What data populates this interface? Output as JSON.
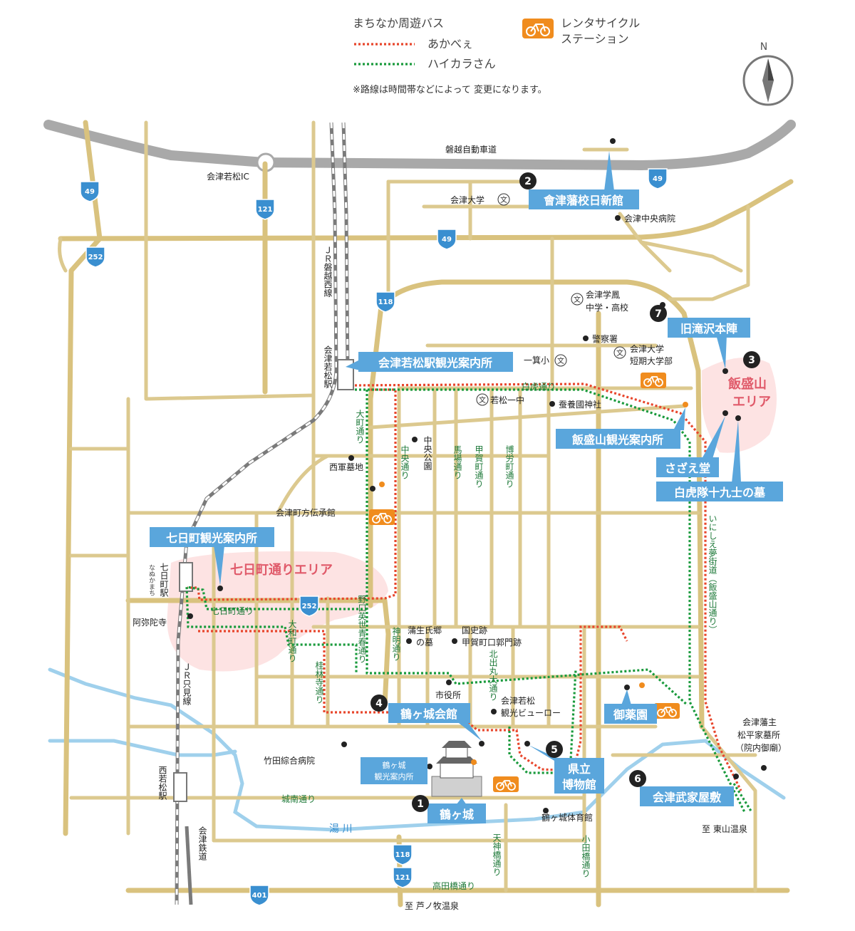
{
  "legend": {
    "bus_title": "まちなか周遊バス",
    "route_red": "あかべぇ",
    "route_green": "ハイカラさん",
    "cycle_line1": "レンタサイクル",
    "cycle_line2": "ステーション",
    "note": "※路線は時間帯などによって 変更になります。"
  },
  "compass": {
    "north": "N"
  },
  "colors": {
    "route_red": "#e8462c",
    "route_green": "#199a3c",
    "callout": "#5aa6dc",
    "area_highlight": "#fde3e3",
    "cycle": "#f08c1e",
    "road": "#dcc98f",
    "highway": "#a9a9a9",
    "river": "#9fd0ec"
  },
  "highway": {
    "name": "磐越自動車道",
    "ic": "会津若松IC"
  },
  "route_numbers": {
    "r49a": "49",
    "r49b": "49",
    "r49c": "49",
    "r121a": "121",
    "r121b": "121",
    "r252a": "252",
    "r252b": "252",
    "r118a": "118",
    "r118b": "118",
    "r401": "401"
  },
  "rail": {
    "jr_banetsu": "ＪＲ磐越西線",
    "jr_tadami": "ＪＲ只見線",
    "aizu_tetsudo": "会津鉄道"
  },
  "stations": {
    "aizuwakamatsu": "会津若松駅",
    "nanokamachi": "七日町駅",
    "nanokamachi_kana": "なぬかまち",
    "nishiwakamatsu": "西若松駅"
  },
  "callouts": {
    "nisshinkan": "會津藩校日新館",
    "takizawa": "旧滝沢本陣",
    "station_info": "会津若松駅観光案内所",
    "iimoriyama_info": "飯盛山観光案内所",
    "sazaedo": "さざえ堂",
    "byakkotai": "白虎隊十九士の墓",
    "nanokamachi_info": "七日町観光案内所",
    "tsurugajo_kaikan": "鶴ヶ城会館",
    "kenritsu_1": "県立",
    "kenritsu_2": "博物館",
    "oyakuen": "御薬園",
    "bukeyashiki": "会津武家屋敷",
    "tsurugajo": "鶴ヶ城"
  },
  "numbers": {
    "n1": "1",
    "n2": "2",
    "n3": "3",
    "n4": "4",
    "n5": "5",
    "n6": "6",
    "n7": "7"
  },
  "areas": {
    "iimoriyama_1": "飯盛山",
    "iimoriyama_2": "エリア",
    "nanokamachi": "七日町通りエリア"
  },
  "places": {
    "aizu_univ": "会津大学",
    "chuo_hospital": "会津中央病院",
    "gakuho_1": "会津学鳳",
    "gakuho_2": "中学・高校",
    "police": "警察署",
    "tanki_1": "会津大学",
    "tanki_2": "短期大学部",
    "ikki_sho": "一箕小",
    "wakamatsu_ichu": "若松一中",
    "sanyo_jinja": "蚕養國神社",
    "chuo_park": "中央公園",
    "nishigun_bochi": "西軍墓地",
    "machikata": "会津町方伝承館",
    "amidaji": "阿弥陀寺",
    "gamo_1": "蒲生氏郷",
    "gamo_2": "の墓",
    "kokushiseki_1": "国史跡",
    "kokushiseki_2": "甲賀町口郭門跡",
    "shiyakusho": "市役所",
    "kanko_bureau_1": "会津若松",
    "kanko_bureau_2": "観光ビューロー",
    "takeda_hospital": "竹田綜合病院",
    "tsurugajo_info_1": "鶴ヶ城",
    "tsurugajo_info_2": "観光案内所",
    "tsurugajo_gym": "鶴ヶ城体育館",
    "matsudaira_1": "会津藩主",
    "matsudaira_2": "松平家墓所",
    "matsudaira_3": "（院内御廟）"
  },
  "streets": {
    "byakko": "白虎通り",
    "omachi": "大町通り",
    "chuo": "中央通り",
    "baba": "馬場通り",
    "kogamachi": "甲賀町通り",
    "bakuro": "博労町通り",
    "nanokamachi": "七日町通り",
    "noguchi": "野口英世青春通り",
    "yamato": "大和町通り",
    "keirinji": "桂林寺通り",
    "shinmei": "神明通り",
    "kitademaru": "北出丸大通り",
    "inishie": "いにしえ夢街道（飯盛山通り）",
    "jonan": "城南通り",
    "yugawa": "湯 川",
    "tenjinbashi": "天神橋通り",
    "odabashi": "小田橋通り",
    "takadabashi": "高田橋通り"
  },
  "destinations": {
    "higashiyama": "至 東山温泉",
    "ashinomaki": "至 芦ノ牧温泉"
  }
}
